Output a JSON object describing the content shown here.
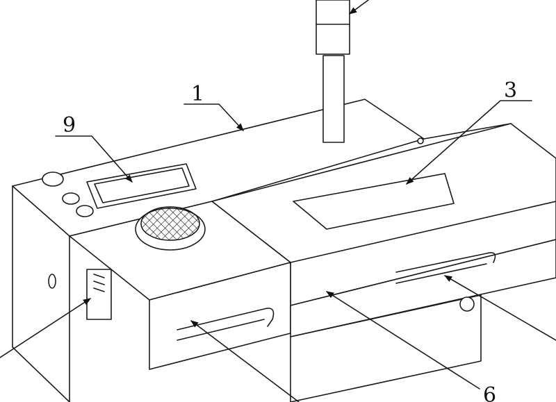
{
  "figure": {
    "labels": {
      "part_1": "1",
      "part_3": "3",
      "part_9": "9",
      "part_6": "6"
    }
  }
}
